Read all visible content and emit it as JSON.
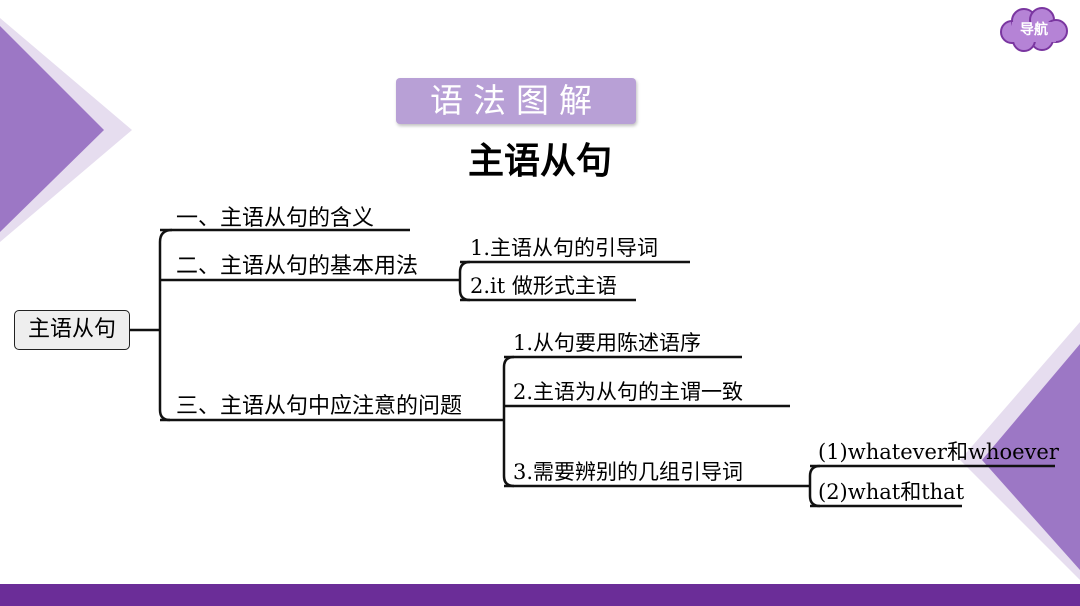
{
  "nav": {
    "label": "导航"
  },
  "section_label": "语法图解",
  "title": "主语从句",
  "mindmap": {
    "root": "主语从句",
    "branches": [
      {
        "label": "一、主语从句的含义",
        "children": []
      },
      {
        "label": "二、主语从句的基本用法",
        "children": [
          {
            "label": "1.主语从句的引导词",
            "children": []
          },
          {
            "label": "2.it 做形式主语",
            "children": []
          }
        ]
      },
      {
        "label": "三、主语从句中应注意的问题",
        "children": [
          {
            "label": "1.从句要用陈述语序",
            "children": []
          },
          {
            "label": "2.主语为从句的主谓一致",
            "children": []
          },
          {
            "label": "3.需要辨别的几组引导词",
            "children": [
              {
                "label": "(1)whatever和whoever"
              },
              {
                "label": "(2)what和that"
              }
            ]
          }
        ]
      }
    ]
  },
  "colors": {
    "accent_purple": "#7a36a0",
    "bottom_bar": "#6b2d98",
    "label_bg": "#b8a0d6",
    "nav_bg": "#b583d6"
  }
}
